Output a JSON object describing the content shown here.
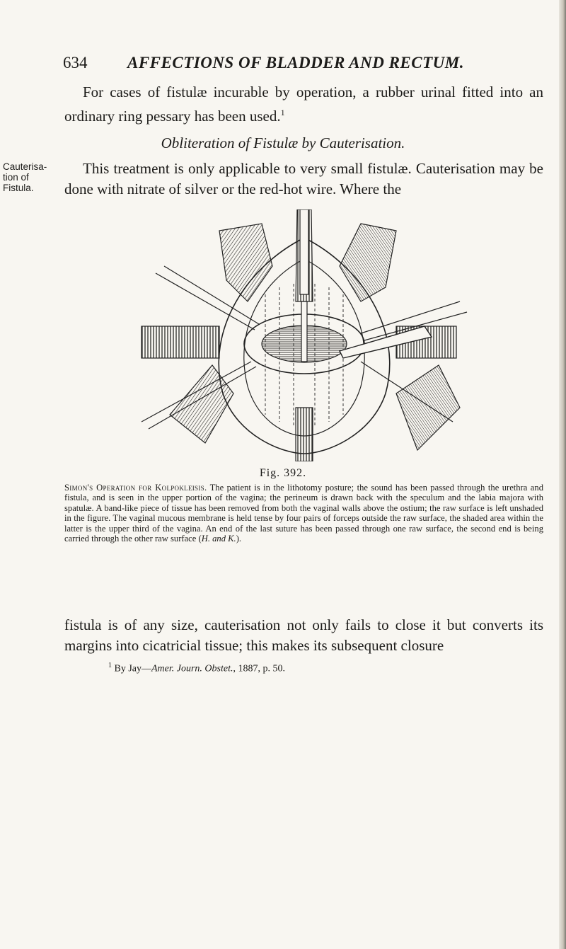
{
  "header": {
    "page_number": "634",
    "running_title": "AFFECTIONS OF BLADDER AND RECTUM."
  },
  "paragraph_1": "For cases of fistulæ incurable by operation, a rubber urinal fitted into an ordinary ring pessary has been used.",
  "paragraph_1_ref": "1",
  "section_heading": "Obliteration of Fistulæ by Cauterisation.",
  "margin_note": [
    "Cauterisa-",
    "tion of",
    "Fistula."
  ],
  "paragraph_2": "This treatment is only applicable to very small fistulæ. Cauterisation may be done with nitrate of silver or the red-hot wire. Where the",
  "figure": {
    "label": "Fig. 392.",
    "caption_title": "Simon's Operation for Kolpokleisis.",
    "caption_body": " The patient is in the lithotomy posture; the sound has been passed through the urethra and fistula, and is seen in the upper portion of the vagina; the perineum is drawn back with the speculum and the labia majora with spatulæ. A band-like piece of tissue has been removed from both the vaginal walls above the ostium; the raw surface is left unshaded in the figure. The vaginal mucous membrane is held tense by four pairs of forceps outside the raw surface, the shaded area within the latter is the upper third of the vagina. An end of the last suture has been passed through one raw surface, the second end is being carried through the other raw surface (",
    "caption_credit": "H. and K.",
    "caption_end": ")."
  },
  "paragraph_3": "fistula is of any size, cauterisation not only fails to close it but converts its margins into cicatricial tissue; this makes its subsequent closure",
  "footnote": {
    "marker": "1",
    "lead": "By Jay—",
    "journal": "Amer. Journ. Obstet.",
    "rest": ", 1887, p. 50."
  }
}
